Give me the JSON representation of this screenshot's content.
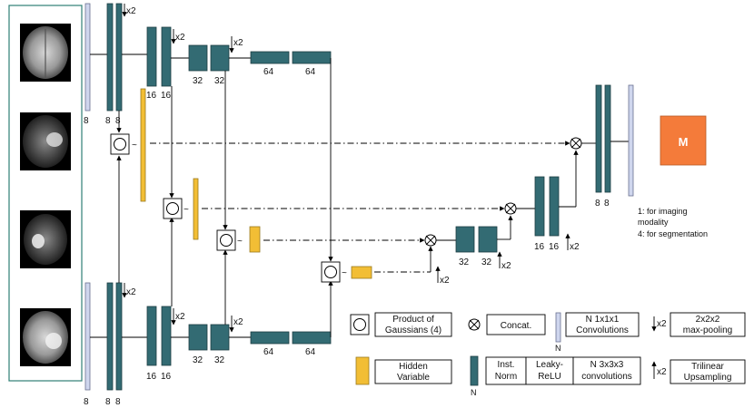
{
  "diagram": {
    "labels": {
      "n8": "8",
      "n16": "16",
      "n32": "32",
      "n64": "64",
      "x2": "x2",
      "tilde": "~",
      "output": "M",
      "note_imaging": "1: for imaging",
      "note_modality": "modality",
      "note_seg": "4: for segmentation"
    },
    "legend": {
      "product_l1": "Product of",
      "product_l2": "Gaussians (4)",
      "concat": "Concat.",
      "conv1_l1": "N 1x1x1",
      "conv1_l2": "Convolutions",
      "n": "N",
      "maxpool_l1": "2x2x2",
      "maxpool_l2": "max-pooling",
      "hidden_l1": "Hidden",
      "hidden_l2": "Variable",
      "inst_l1": "Inst.",
      "inst_l2": "Norm",
      "leaky_l1": "Leaky-",
      "leaky_l2": "ReLU",
      "conv3_l1": "N 3x3x3",
      "conv3_l2": "convolutions",
      "trilinear_l1": "Trilinear",
      "trilinear_l2": "Upsampling"
    },
    "colors": {
      "block": "#336b73",
      "conv1": "#cfd6ee",
      "hidden": "#f2be35",
      "output": "#f47b3a",
      "panel_border": "#2e7f74"
    }
  }
}
